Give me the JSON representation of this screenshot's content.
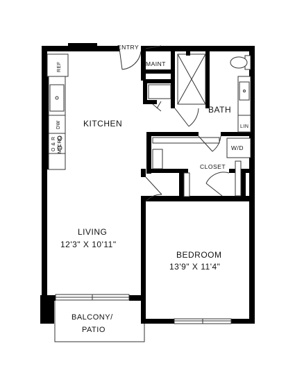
{
  "rooms": {
    "entry": "ENTRY",
    "maint": "MAINT",
    "bath": "BATH",
    "kitchen": "KITCHEN",
    "closet": "CLOSET",
    "living": "LIVING",
    "living_dims": "12'3\" X 10'11\"",
    "bedroom": "BEDROOM",
    "bedroom_dims": "13'9\" X 11'4\"",
    "balcony_line1": "BALCONY/",
    "balcony_line2": "PATIO"
  },
  "fixtures": {
    "ref": "REF",
    "dw": "DW",
    "range": "O & R",
    "micro": "MICRO",
    "wd": "W/D",
    "lin": "LIN"
  },
  "colors": {
    "wall": "#000000",
    "line": "#333333",
    "background": "#ffffff"
  }
}
